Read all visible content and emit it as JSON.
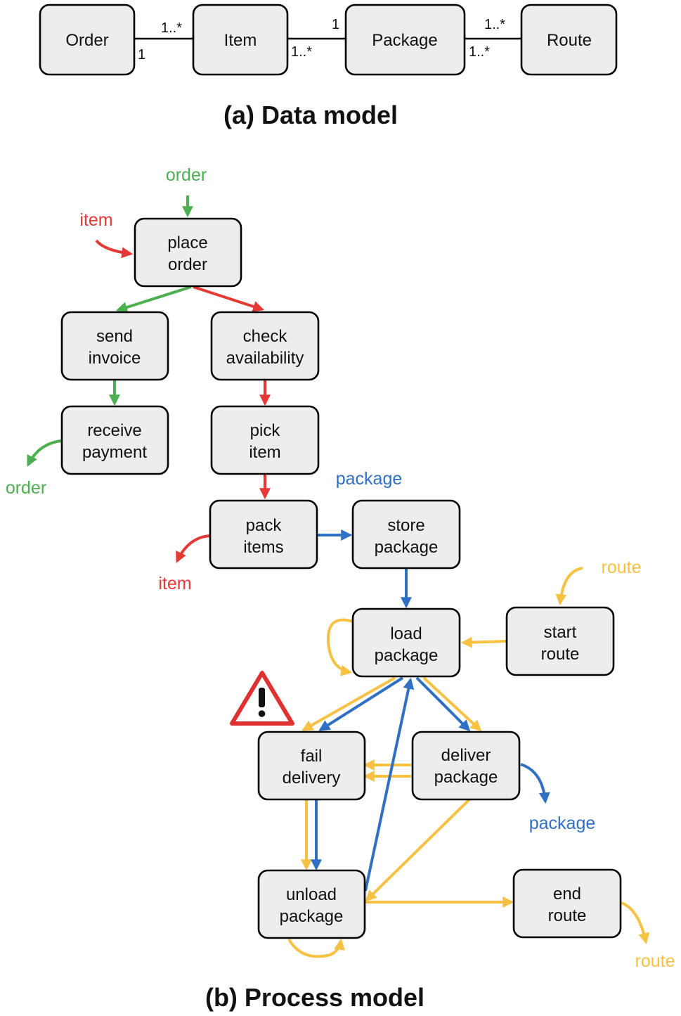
{
  "data_model": {
    "caption": "(a) Data model",
    "entities": {
      "order": "Order",
      "item": "Item",
      "package": "Package",
      "route": "Route"
    },
    "multiplicities": {
      "order_item_near_order": "1",
      "order_item_near_item": "1..*",
      "item_package_near_item": "1..*",
      "item_package_near_package": "1",
      "package_route_near_package": "1..*",
      "package_route_near_route": "1..*"
    }
  },
  "process_model": {
    "caption": "(b) Process model",
    "activities": {
      "place_order": [
        "place",
        "order"
      ],
      "send_invoice": [
        "send",
        "invoice"
      ],
      "check_availability": [
        "check",
        "availability"
      ],
      "receive_payment": [
        "receive",
        "payment"
      ],
      "pick_item": [
        "pick",
        "item"
      ],
      "pack_items": [
        "pack",
        "items"
      ],
      "store_package": [
        "store",
        "package"
      ],
      "load_package": [
        "load",
        "package"
      ],
      "start_route": [
        "start",
        "route"
      ],
      "fail_delivery": [
        "fail",
        "delivery"
      ],
      "deliver_package": [
        "deliver",
        "package"
      ],
      "unload_package": [
        "unload",
        "package"
      ],
      "end_route": [
        "end",
        "route"
      ]
    },
    "object_labels": {
      "order_start": "order",
      "item_start": "item",
      "order_end": "order",
      "package_start": "package",
      "item_end": "item",
      "route_start": "route",
      "package_end": "package",
      "route_end": "route"
    },
    "object_colors": {
      "order": "#4caf50",
      "item": "#e53935",
      "package": "#2f6fc4",
      "route": "#f7c244"
    },
    "warning_icon": "warning-triangle-icon"
  }
}
